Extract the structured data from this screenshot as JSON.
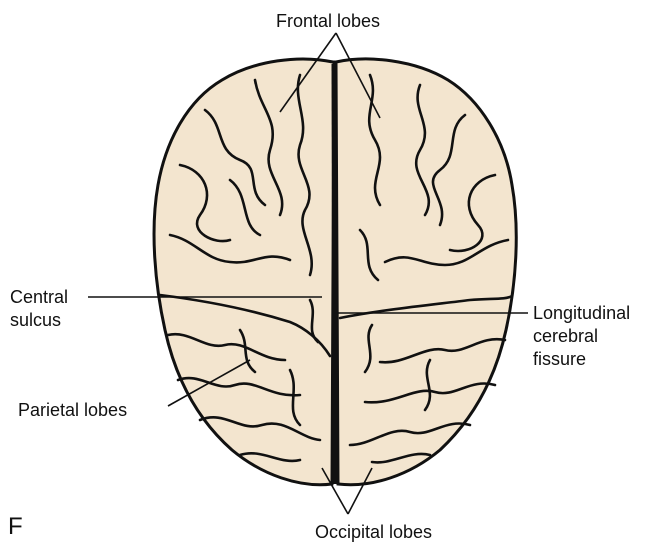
{
  "figure": {
    "panel_letter": "F",
    "brain_fill": "#f3e5cf",
    "outline_color": "#111111",
    "labels": {
      "frontal": "Frontal lobes",
      "central_line1": "Central",
      "central_line2": "sulcus",
      "longitudinal_line1": "Longitudinal",
      "longitudinal_line2": "cerebral",
      "longitudinal_line3": "fissure",
      "parietal": "Parietal lobes",
      "occipital": "Occipital lobes"
    }
  }
}
